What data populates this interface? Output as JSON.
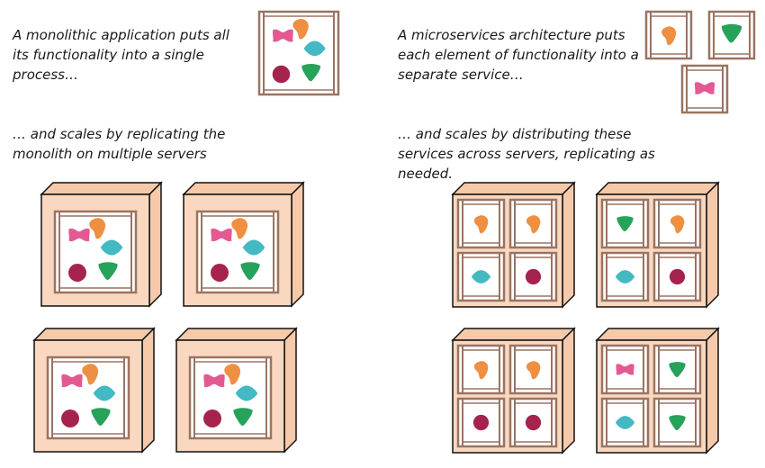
{
  "captions": {
    "monolith": "A monolithic application puts all its functionality into a single process…",
    "microservices": "A microservices architecture puts each element of functionality into a separate service…",
    "monolith_scaling": "… and scales by replicating the monolith on multiple servers",
    "microservices_scaling": "… and scales by distributing these services across servers, replicating as needed."
  },
  "colors": {
    "frame": "#9a7462",
    "server_front": "#fad8c0",
    "server_side": "#f5c9a9",
    "server_stroke": "#111111",
    "orange_shape": "#ee8f42",
    "pink_shape": "#e35a92",
    "teal_shape": "#42b9c3",
    "maroon_shape": "#a5234c",
    "green_shape": "#27a25b"
  },
  "shapes": [
    "orange-blob",
    "pink-bowtie",
    "teal-diamond",
    "maroon-circle",
    "green-triangle"
  ],
  "microservice_servers": [
    [
      "orange-blob",
      "orange-blob",
      "teal-diamond",
      "maroon-circle"
    ],
    [
      "green-triangle",
      "orange-blob",
      "teal-diamond",
      "maroon-circle"
    ],
    [
      "orange-blob",
      "orange-blob",
      "maroon-circle",
      "maroon-circle"
    ],
    [
      "pink-bowtie",
      "green-triangle",
      "teal-diamond",
      "green-triangle"
    ]
  ]
}
